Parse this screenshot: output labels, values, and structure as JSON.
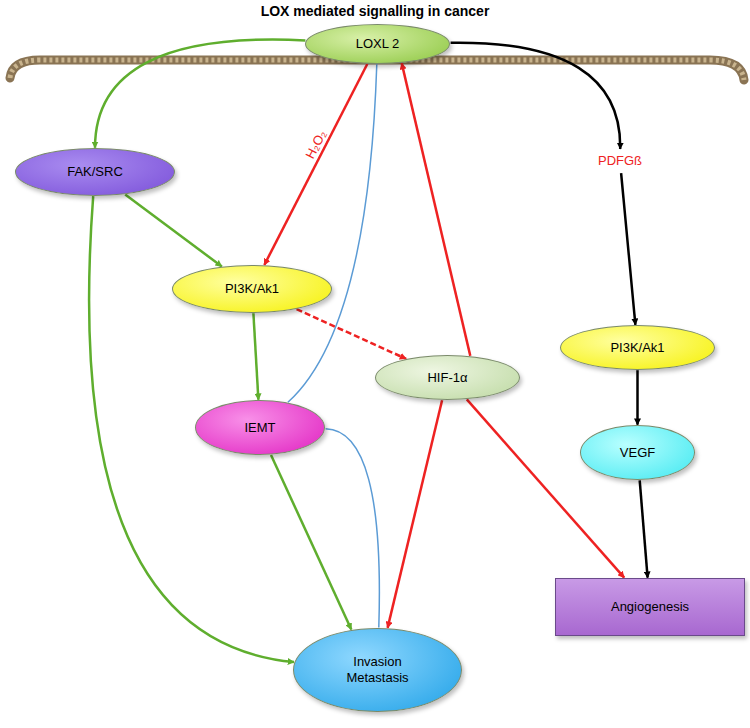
{
  "diagram": {
    "title": "LOX mediated signalling in cancer",
    "nodes": [
      {
        "text": [
          "LOXL 2"
        ]
      },
      {
        "text": [
          "FAK/SRC"
        ]
      },
      {
        "text": [
          "PDFGß"
        ]
      },
      {
        "text": [
          "PI3K/Ak1"
        ]
      },
      {
        "text": [
          "HIF-1α"
        ]
      },
      {
        "text": [
          "PI3K/Ak1"
        ]
      },
      {
        "text": [
          "IEMT"
        ]
      },
      {
        "text": [
          "VEGF"
        ]
      },
      {
        "text": [
          "Invasion Metastasis"
        ]
      },
      {
        "text": [
          "Angiogenesis"
        ]
      }
    ],
    "edges": [
      {
        "from": 0,
        "to": 1,
        "arrow": "to"
      },
      {
        "from": 0,
        "to": 3,
        "arrow": "to",
        "label": "H₂O₂"
      },
      {
        "from": 0,
        "to": 2,
        "arrow": "to"
      },
      {
        "from": 1,
        "to": 3,
        "arrow": "to"
      },
      {
        "from": 1,
        "to": 8,
        "arrow": "to"
      },
      {
        "from": 3,
        "to": 4,
        "arrow": "to"
      },
      {
        "from": 3,
        "to": 6,
        "arrow": "to"
      },
      {
        "from": 4,
        "to": 0,
        "arrow": "to"
      },
      {
        "from": 4,
        "to": 8,
        "arrow": "to"
      },
      {
        "from": 4,
        "to": 9,
        "arrow": "to"
      },
      {
        "from": 2,
        "to": 5,
        "arrow": "to"
      },
      {
        "from": 5,
        "to": 7,
        "arrow": "to"
      },
      {
        "from": 7,
        "to": 9,
        "arrow": "to"
      },
      {
        "from": 6,
        "to": 8,
        "arrow": "to"
      },
      {
        "from": 0,
        "to": 6,
        "arrow": "none"
      },
      {
        "from": 6,
        "to": 8,
        "arrow": "none"
      }
    ]
  }
}
